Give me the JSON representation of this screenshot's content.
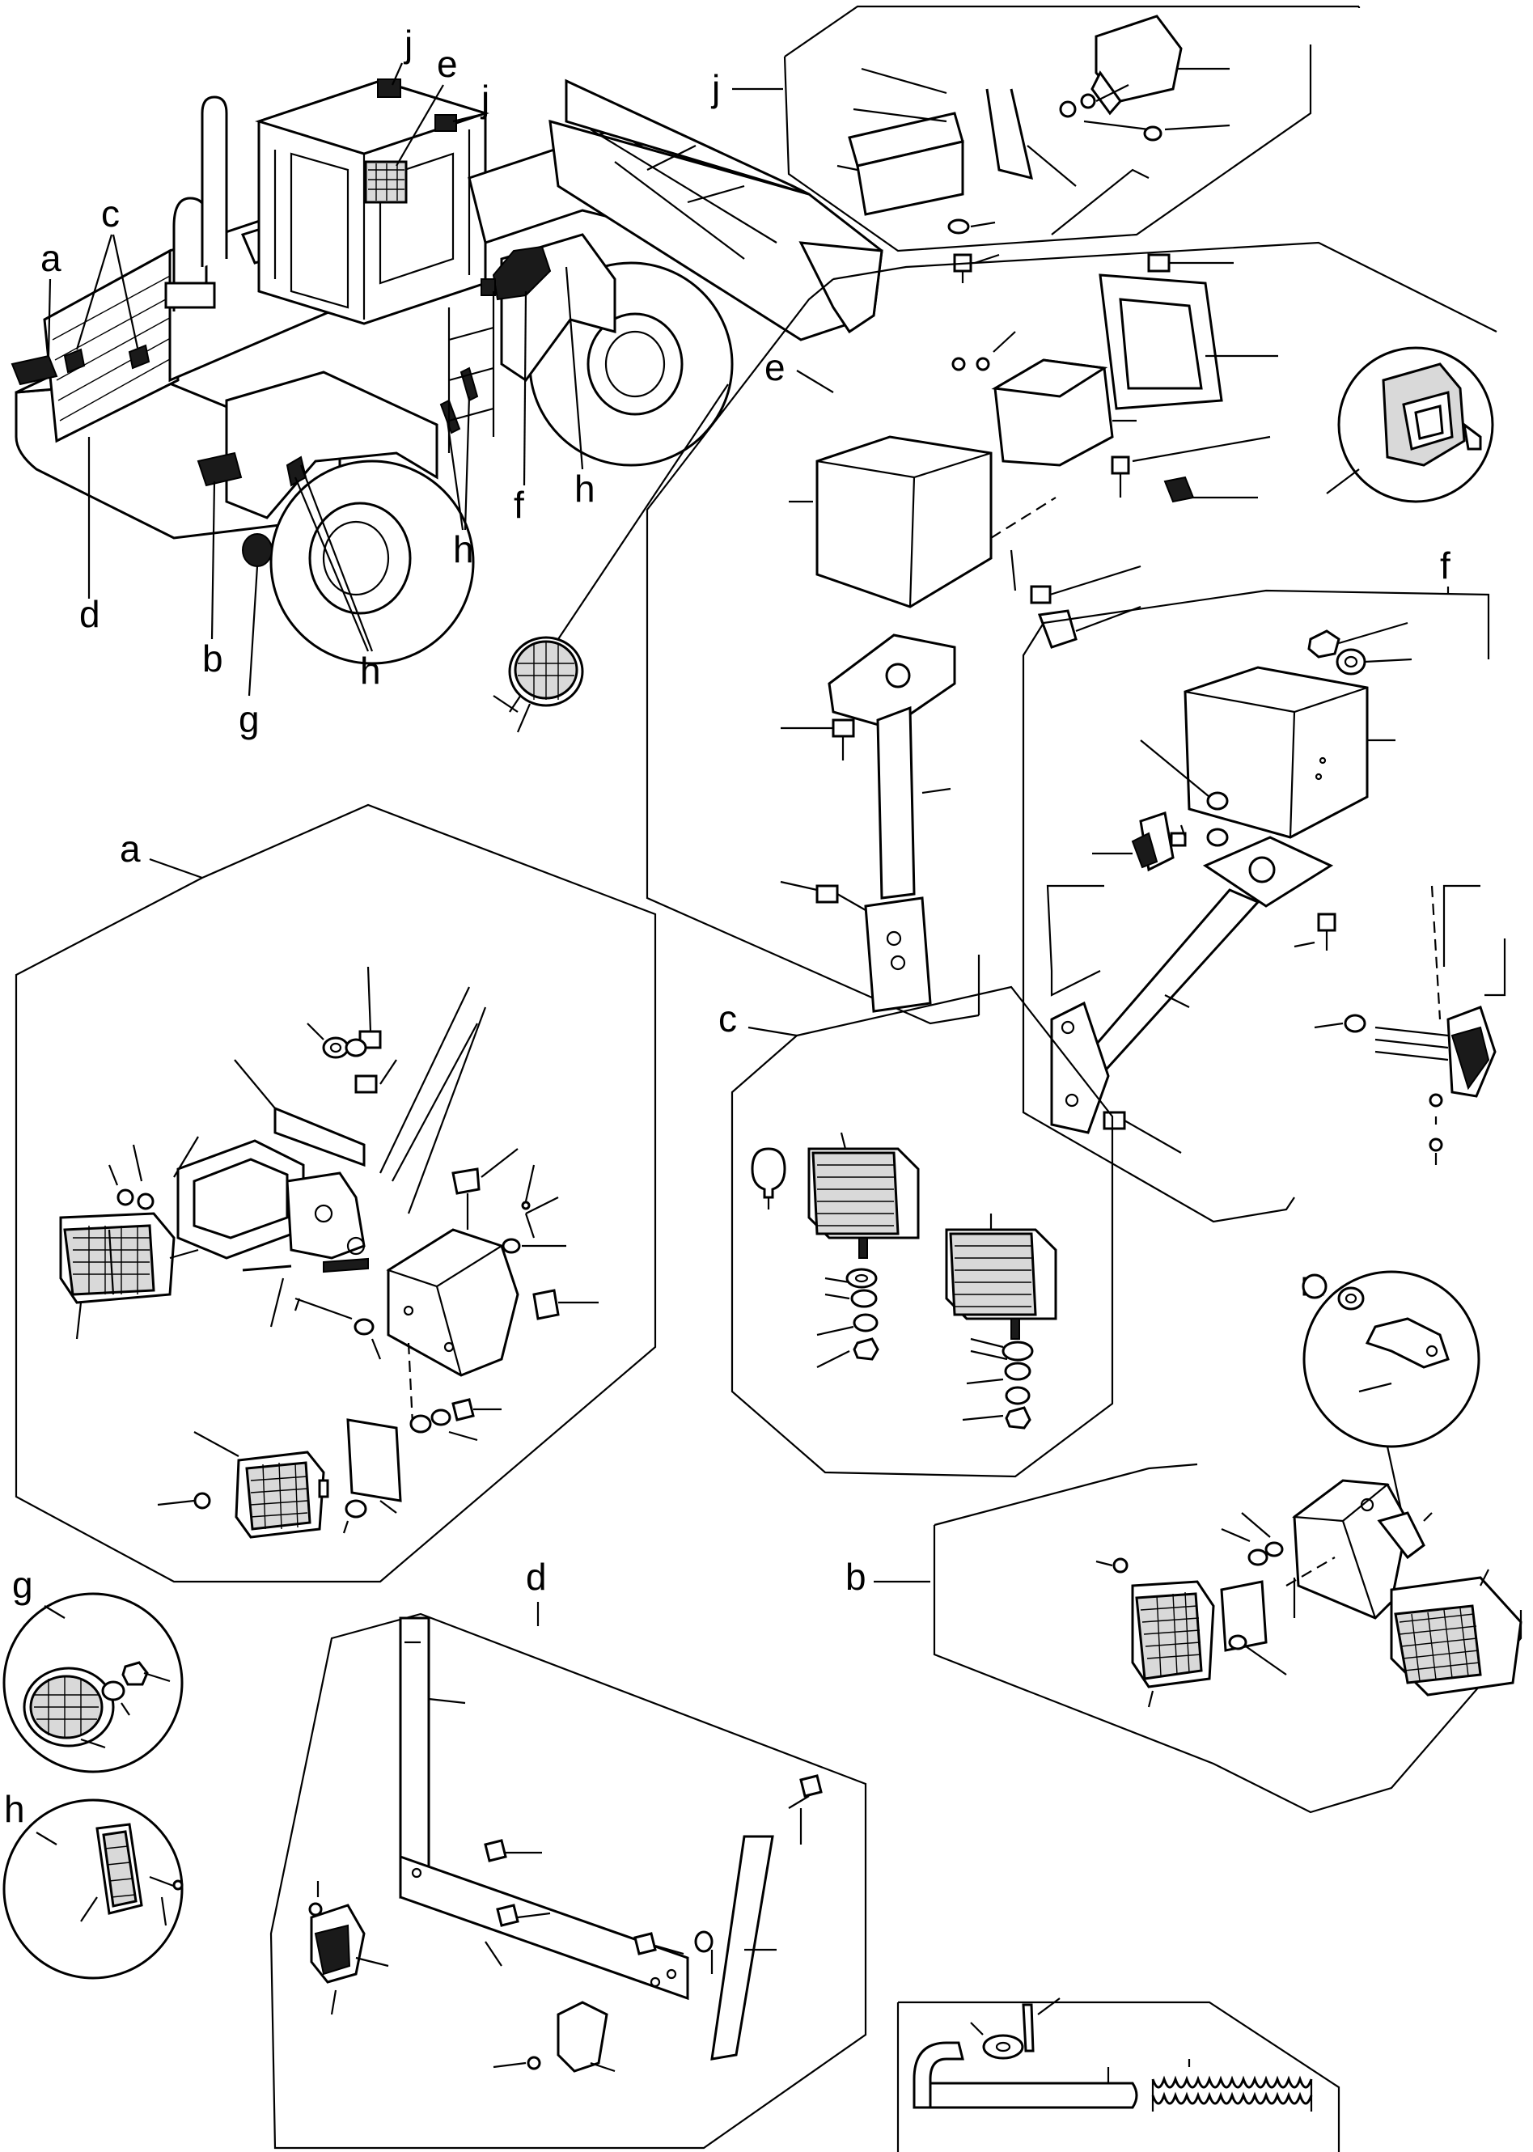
{
  "labels": {
    "a": "a",
    "b": "b",
    "c": "c",
    "d": "d",
    "e": "e",
    "f": "f",
    "g": "g",
    "h": "h",
    "j": "j"
  },
  "colors": {
    "line": "#000000",
    "background": "#ffffff",
    "shading": "#d9d9d9"
  },
  "icons": {
    "machine": "wheel-loader-icon",
    "lamp": "lamp-housing-icon",
    "bulb": "bulb-icon",
    "bolt": "bolt-icon",
    "washer": "washer-icon",
    "nut": "nut-icon",
    "bracket": "bracket-icon",
    "reflector": "reflector-icon",
    "spring": "spring-icon",
    "pin": "pin-icon"
  }
}
